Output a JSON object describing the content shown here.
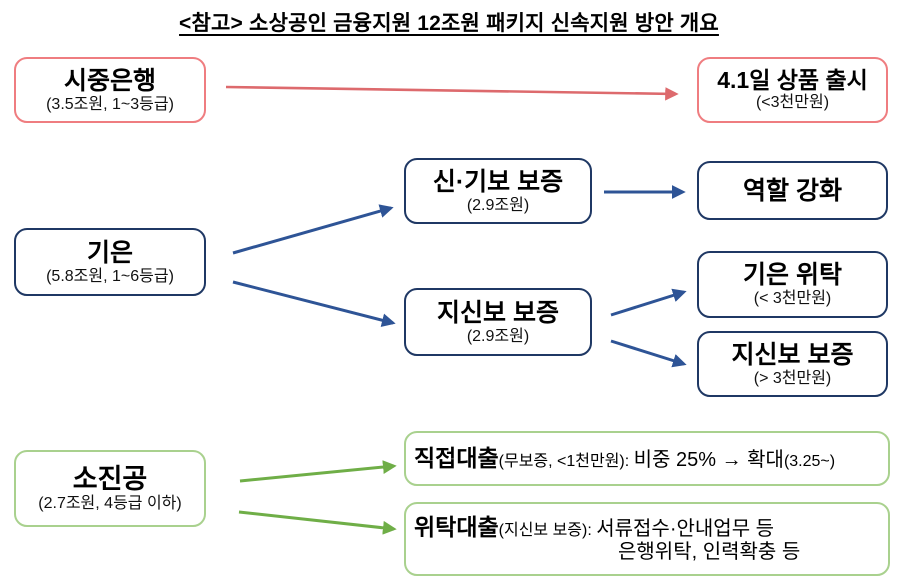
{
  "title": "<참고> 소상공인 금융지원 12조원 패키지 신속지원 방안 개요",
  "colors": {
    "red_border": "#ef7d80",
    "red_arrow": "#dd6a6d",
    "navy_border": "#1f3864",
    "blue_arrow": "#2e5496",
    "green_border": "#a9d18e",
    "green_arrow": "#6fae47"
  },
  "nodes": {
    "sijung_bank": {
      "label": "시중은행",
      "sub": "(3.5조원, 1~3등급)"
    },
    "product_launch": {
      "label": "4.1일 상품 출시",
      "sub": "(<3천만원)"
    },
    "kieun": {
      "label": "기은",
      "sub": "(5.8조원, 1~6등급)"
    },
    "sin_gibo": {
      "label": "신·기보 보증",
      "sub": "(2.9조원)"
    },
    "role": {
      "label": "역할 강화"
    },
    "jisinbo": {
      "label": "지신보 보증",
      "sub": "(2.9조원)"
    },
    "kieun_consign": {
      "label": "기은 위탁",
      "sub": "(< 3천만원)"
    },
    "jisinbo_over": {
      "label": "지신보 보증",
      "sub": "(> 3천만원)"
    },
    "sojingong": {
      "label": "소진공",
      "sub": "(2.7조원, 4등급 이하)"
    },
    "direct_loan": {
      "bold": "직접대출",
      "paren": "(무보증, <1천만원): ",
      "mid": "비중 25% → 확대",
      "tail": "(3.25~)"
    },
    "consigned_loan": {
      "bold": "위탁대출",
      "paren": "(지신보 보증): ",
      "line1": "서류접수·안내업무 등",
      "line2": "은행위탁, 인력확충 등"
    }
  },
  "edges": [
    {
      "from": "sijung-bank",
      "to": "product-launch",
      "color": "red"
    },
    {
      "from": "kieun",
      "to": "sin-gibo-guarantee",
      "color": "blue"
    },
    {
      "from": "kieun",
      "to": "jisinbo-guarantee",
      "color": "blue"
    },
    {
      "from": "sin-gibo-guarantee",
      "to": "role-strengthen",
      "color": "blue"
    },
    {
      "from": "jisinbo-guarantee",
      "to": "kieun-consignment",
      "color": "blue"
    },
    {
      "from": "jisinbo-guarantee",
      "to": "jisinbo-guarantee-over30m",
      "color": "blue"
    },
    {
      "from": "sojingong",
      "to": "direct-loan",
      "color": "green"
    },
    {
      "from": "sojingong",
      "to": "consigned-loan",
      "color": "green"
    }
  ]
}
